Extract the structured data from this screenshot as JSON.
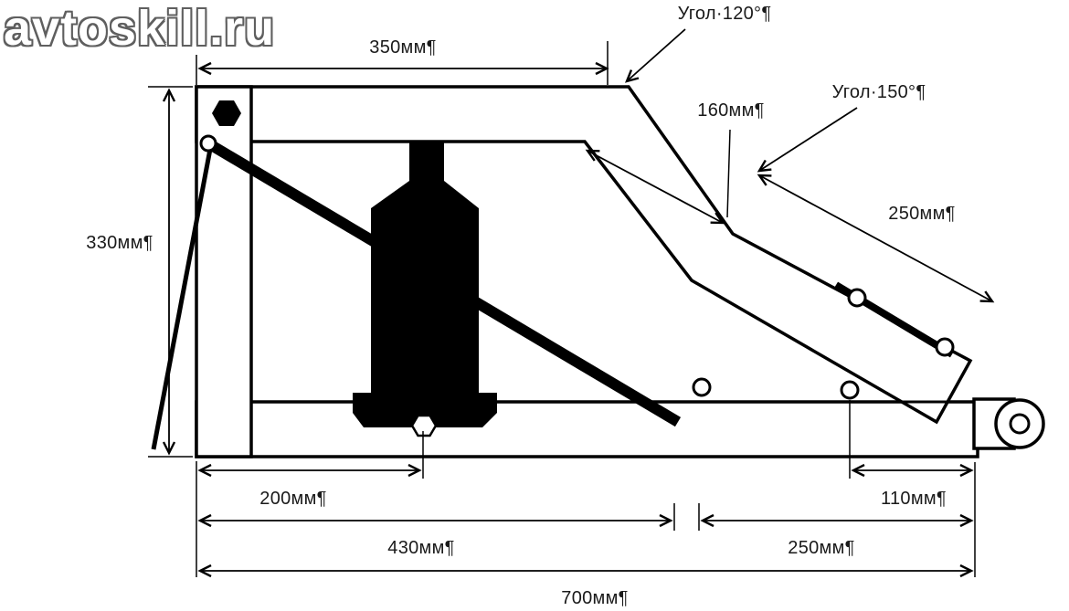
{
  "watermark": "avtoskill.ru",
  "diagram": {
    "type": "technical-drawing",
    "subject": "Side view of a trolley jack frame with hydraulic bottle jack, dimension callouts in millimetres",
    "units": "мм",
    "labels": {
      "dim_350": "350мм¶",
      "angle_120": "Угол·120°¶",
      "dim_160": "160мм¶",
      "angle_150": "Угол·150°¶",
      "dim_250_upper": "250мм¶",
      "dim_330": "330мм¶",
      "dim_200": "200мм¶",
      "dim_110": "110мм¶",
      "dim_430": "430мм¶",
      "dim_250_lower": "250мм¶",
      "dim_700": "700мм¶"
    },
    "colors": {
      "line": "#000000",
      "fill": "#ffffff",
      "watermark_fill": "#ffffff",
      "watermark_outline": "#5f5f5f"
    }
  }
}
